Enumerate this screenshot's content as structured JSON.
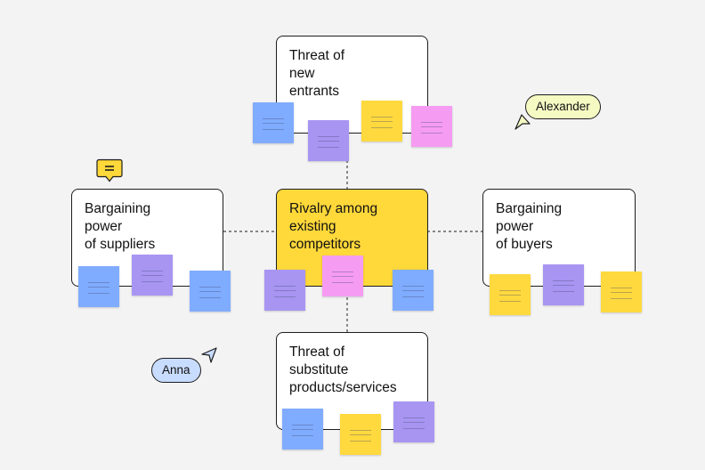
{
  "cards": {
    "new_entrants": "Threat of\nnew\nentrants",
    "suppliers": "Bargaining\npower\nof suppliers",
    "rivalry": "Rivalry among\nexisting\ncompetitors",
    "buyers": "Bargaining\npower\nof buyers",
    "substitutes": "Threat of\nsubstitute\nproducts/services"
  },
  "collaborators": {
    "alexander": "Alexander",
    "anna": "Anna"
  },
  "icons": {
    "comment": "comment-icon",
    "cursor": "cursor-arrow-icon"
  },
  "colors": {
    "yellow": "#ffd83a",
    "blue": "#80acff",
    "purple": "#a895f2",
    "pink": "#f59cf2",
    "note_yellow": "#ffd93e",
    "alexander_badge": "#f5f9c2",
    "anna_badge": "#c8dcff"
  }
}
